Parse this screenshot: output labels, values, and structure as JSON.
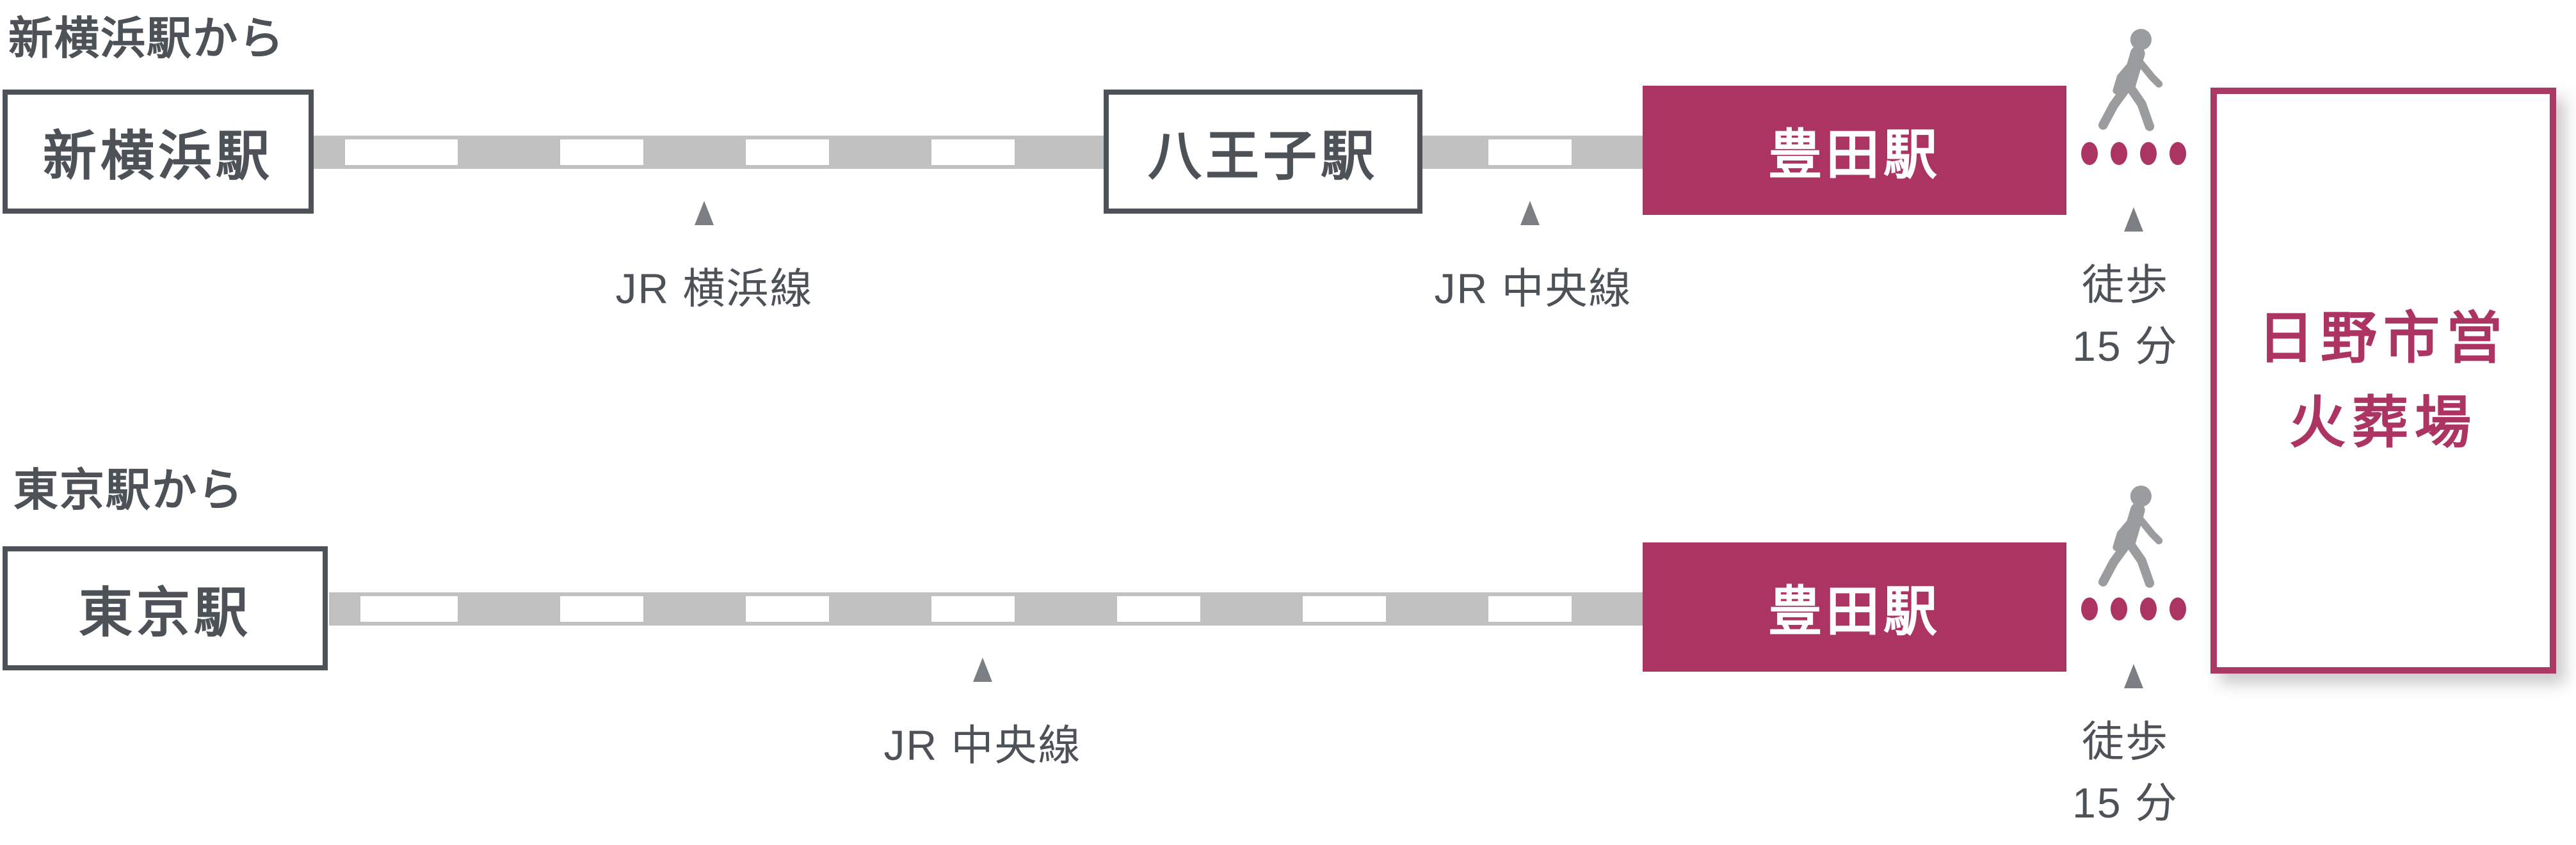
{
  "colors": {
    "accent": "#ac3462",
    "accent_border": "#a83a64",
    "dark_text": "#4c5257",
    "rail_gray": "#c1c1c1",
    "walker_gray": "#9a9c9e",
    "marker_gray": "#7b7f83"
  },
  "route1": {
    "heading": "新横浜駅から",
    "origin": "新横浜駅",
    "stop": "八王子駅",
    "line1_label": "JR 横浜線",
    "line2_label": "JR 中央線",
    "terminal": "豊田駅",
    "walk": {
      "line1": "徒歩",
      "line2": "15 分"
    }
  },
  "route2": {
    "heading": "東京駅から",
    "origin": "東京駅",
    "line_label": "JR 中央線",
    "terminal": "豊田駅",
    "walk": {
      "line1": "徒歩",
      "line2": "15 分"
    }
  },
  "destination": {
    "line1": "日野市営",
    "line2": "火葬場"
  }
}
